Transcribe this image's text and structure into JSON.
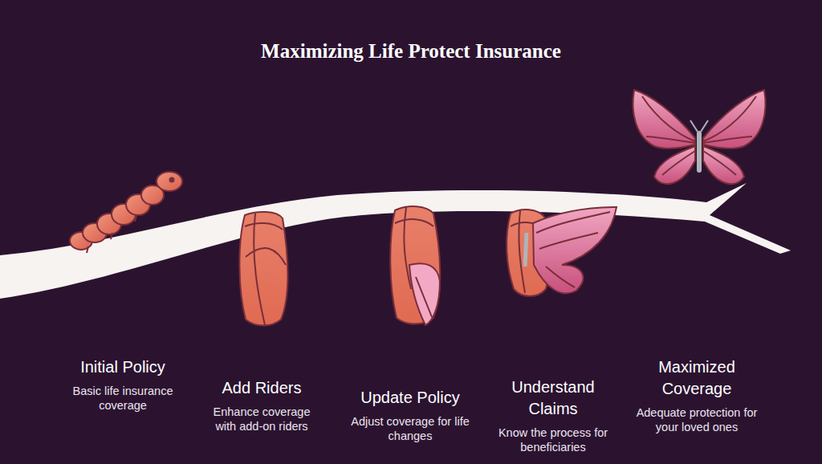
{
  "diagram": {
    "title": "Maximizing Life Protect Insurance",
    "nodes": [
      {
        "text": [
          "Initial Policy",
          "Basic life insurance coverage"
        ]
      },
      {
        "text": [
          "Add Riders",
          "Enhance coverage with add-on riders"
        ]
      },
      {
        "text": [
          "Update Policy",
          "Adjust coverage for life changes"
        ]
      },
      {
        "text": [
          "Understand Claims",
          "Know the process for beneficiaries"
        ]
      },
      {
        "text": [
          "Maximized Coverage",
          "Adequate protection for your loved ones"
        ]
      }
    ]
  }
}
